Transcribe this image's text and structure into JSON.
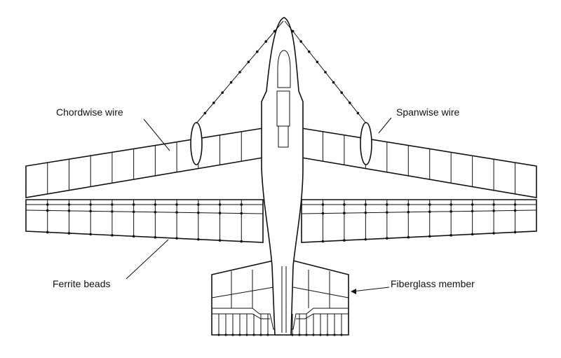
{
  "labels": {
    "chordwise": "Chordwise wire",
    "spanwise": "Spanwise wire",
    "ferrite": "Ferrite beads",
    "fiberglass": "Fiberglass member"
  },
  "colors": {
    "ink": "#111111",
    "background": "#ffffff"
  }
}
